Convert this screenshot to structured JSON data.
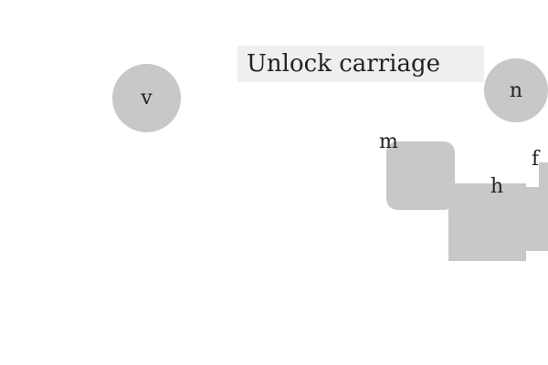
{
  "labels": {
    "unlock_carriage": "Unlock carriage"
  },
  "nodes": {
    "v": "v",
    "n": "n",
    "m": "m",
    "h": "h",
    "f": "f"
  },
  "colors": {
    "background": "#ffffff",
    "shape_fill": "#c8c8c8",
    "label_fill": "#efefef",
    "text": "#222222"
  }
}
